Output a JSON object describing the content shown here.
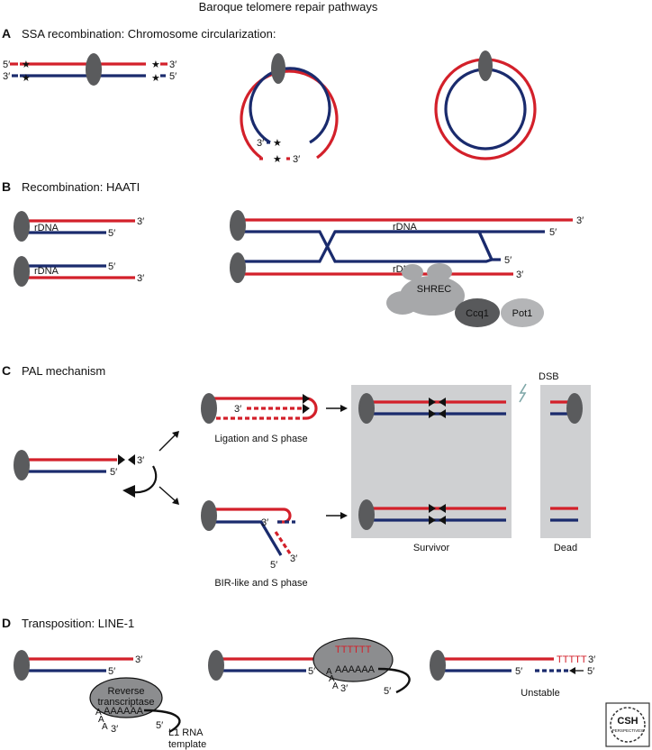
{
  "title": "Baroque telomere repair pathways",
  "sections": {
    "a": {
      "letter": "A",
      "title": "SSA recombination: Chromosome circularization:"
    },
    "b": {
      "letter": "B",
      "title": "Recombination: HAATI"
    },
    "c": {
      "letter": "C",
      "title": "PAL mechanism"
    },
    "d": {
      "letter": "D",
      "title": "Transposition: LINE-1"
    }
  },
  "labels": {
    "five_prime": "5′",
    "three_prime": "3′",
    "star": "★",
    "rdna": "rDNA",
    "shrec": "SHREC",
    "ccq1": "Ccq1",
    "pot1": "Pot1",
    "ligation": "Ligation and S phase",
    "bir": "BIR-like and S phase",
    "dsb": "DSB",
    "survivor": "Survivor",
    "dead": "Dead",
    "rt_line1": "Reverse",
    "rt_line2": "transcriptase",
    "polya": "AAAAAA",
    "polya_short": "A",
    "polyt": "TTTTTT",
    "polyt_short": "TTTTT",
    "unstable": "Unstable",
    "l1_line1": "L1 RNA",
    "l1_line2": "template"
  },
  "logo": {
    "line1": "CSH",
    "line2": "PERSPECTIVES"
  },
  "colors": {
    "telomere_red": "#d3202a",
    "strand_blue": "#1a2b6d",
    "centromere_gray": "#5a5b5d",
    "panel_gray": "#cfd0d2",
    "protein_light": "#a7a8aa",
    "protein_dark": "#58595b"
  }
}
